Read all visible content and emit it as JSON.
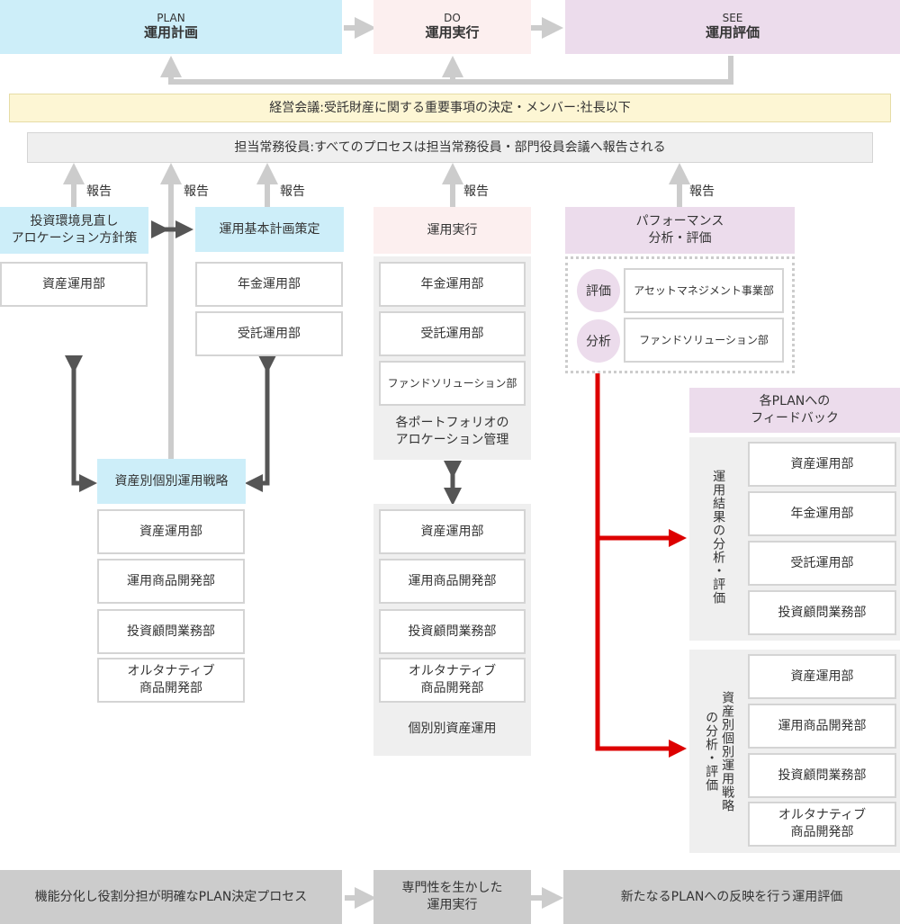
{
  "header": {
    "plan": {
      "sub": "PLAN",
      "title": "運用計画"
    },
    "do": {
      "sub": "DO",
      "title": "運用実行"
    },
    "see": {
      "sub": "SEE",
      "title": "運用評価"
    }
  },
  "management_meeting": "経営会議:受託財産に関する重要事項の決定・メンバー:社長以下",
  "executive": "担当常務役員:すべてのプロセスは担当常務役員・部門役員会議へ報告される",
  "report_label": "報告",
  "plan": {
    "investment_env": "投資環境見直し\nアロケーション方針策",
    "investment_env_dept": "資産運用部",
    "basic_plan": "運用基本計画策定",
    "basic_plan_depts": [
      "年金運用部",
      "受託運用部"
    ],
    "asset_strategy": "資産別個別運用戦略",
    "asset_strategy_depts": [
      "資産運用部",
      "運用商品開発部",
      "投資顧問業務部",
      "オルタナティブ\n商品開発部"
    ]
  },
  "do": {
    "execution": "運用実行",
    "depts": [
      "年金運用部",
      "受託運用部",
      "ファンドソリューション部"
    ],
    "portfolio_caption": "各ポートフォリオの\nアロケーション管理",
    "asset_depts": [
      "資産運用部",
      "運用商品開発部",
      "投資顧問業務部",
      "オルタナティブ\n商品開発部"
    ],
    "asset_caption": "個別別資産運用"
  },
  "see": {
    "performance": "パフォーマンス\n分析・評価",
    "eval_label": "評価",
    "eval_dept": "アセットマネジメント事業部",
    "analysis_label": "分析",
    "analysis_dept": "ファンドソリューション部",
    "feedback": "各PLANへの\nフィードバック",
    "results_group": "運用結果の分析・評価",
    "results_depts": [
      "資産運用部",
      "年金運用部",
      "受託運用部",
      "投資顧問業務部"
    ],
    "strategy_group_col1": "資産別個別運用戦略",
    "strategy_group_col2": "の分析・評価",
    "strategy_depts": [
      "資産運用部",
      "運用商品開発部",
      "投資顧問業務部",
      "オルタナティブ\n商品開発部"
    ]
  },
  "footer": {
    "plan": "機能分化し役割分担が明確なPLAN決定プロセス",
    "do": "専門性を生かした\n運用実行",
    "see": "新たなるPLANへの反映を行う運用評価"
  },
  "colors": {
    "plan": "#cdeef9",
    "do": "#fcefef",
    "see": "#ecdcec",
    "arrow_grey": "#cccccc",
    "arrow_dark": "#555555",
    "arrow_red": "#dd0000",
    "meeting": "#fdf6d4"
  }
}
